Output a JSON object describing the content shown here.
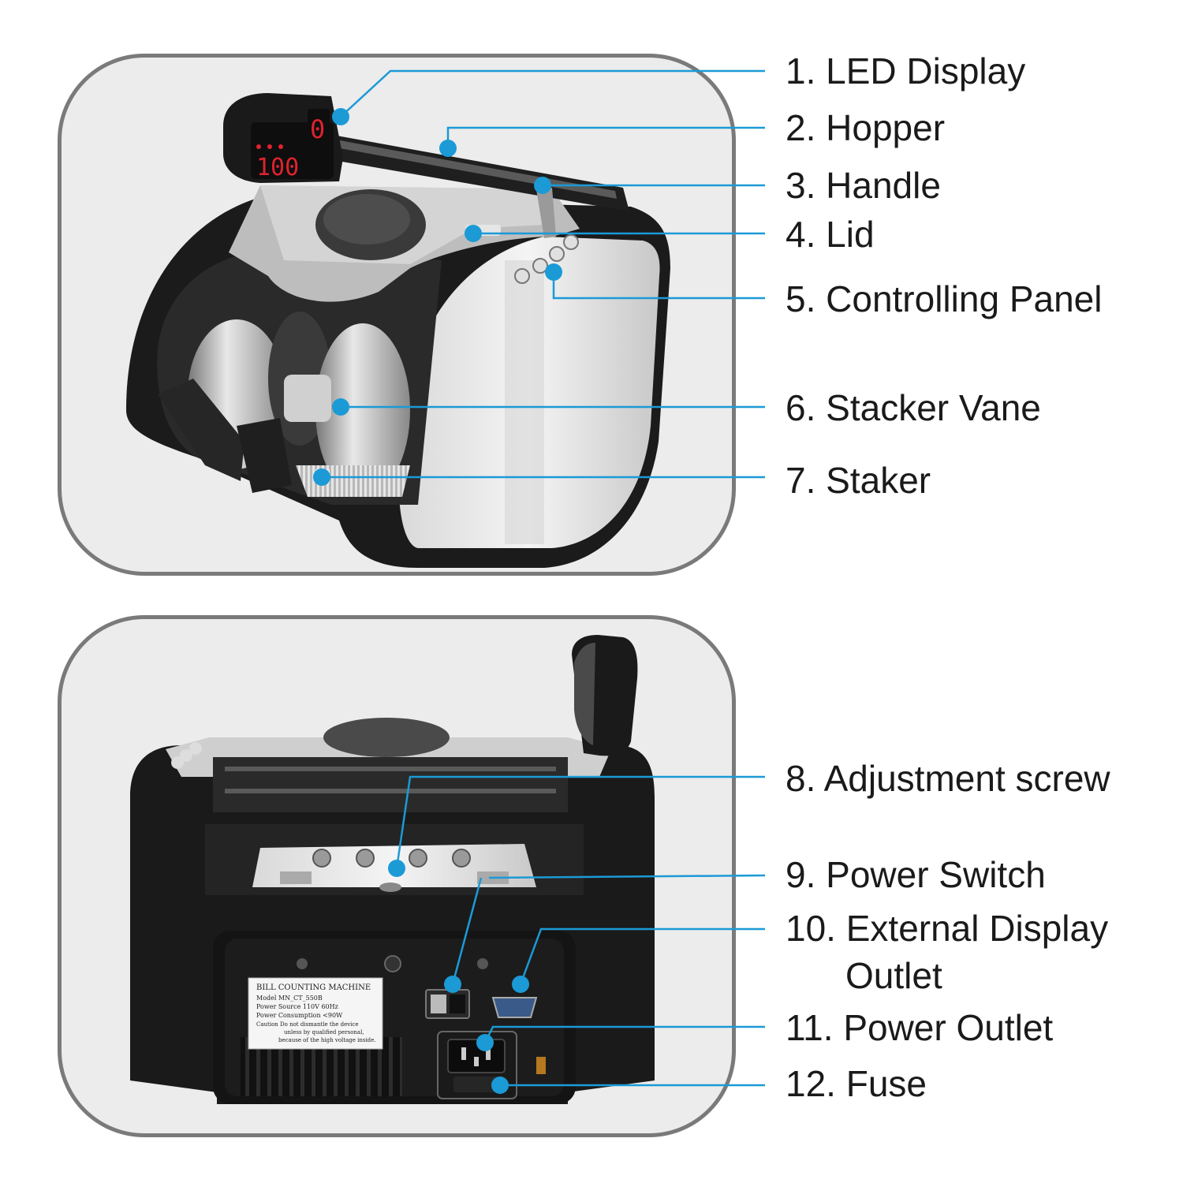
{
  "colors": {
    "accent": "#1b9ad6",
    "panel_bg": "#ececec",
    "panel_border": "#7a7a7a",
    "machine_body": "#1a1a1a",
    "led": "#e0222e"
  },
  "top_view": {
    "display": {
      "main_digits": "100",
      "side_digit": "0"
    },
    "callouts": [
      {
        "id": "led-display",
        "label": "1. LED Display"
      },
      {
        "id": "hopper",
        "label": "2. Hopper"
      },
      {
        "id": "handle",
        "label": "3. Handle"
      },
      {
        "id": "lid",
        "label": "4. Lid"
      },
      {
        "id": "controlling-panel",
        "label": "5. Controlling Panel"
      },
      {
        "id": "stacker-vane",
        "label": "6. Stacker Vane"
      },
      {
        "id": "staker",
        "label": "7. Staker"
      }
    ]
  },
  "bottom_view": {
    "nameplate": {
      "title": "BILL COUNTING MACHINE",
      "model": "Model  MN_CT_550B",
      "power_source": "Power Source 110V 60Hz",
      "power_consumption": "Power Consumption <90W",
      "caution_1": "Caution  Do not dismantle the device",
      "caution_2": "unless by qualified personal,",
      "caution_3": "because of the high voltage inside."
    },
    "callouts": [
      {
        "id": "adjustment-screw",
        "label": "8. Adjustment screw"
      },
      {
        "id": "power-switch",
        "label": "9. Power Switch"
      },
      {
        "id": "external-display-outlet",
        "label": "10. External Display",
        "label_cont": "Outlet"
      },
      {
        "id": "power-outlet",
        "label": "11. Power Outlet"
      },
      {
        "id": "fuse",
        "label": "12. Fuse"
      }
    ]
  }
}
